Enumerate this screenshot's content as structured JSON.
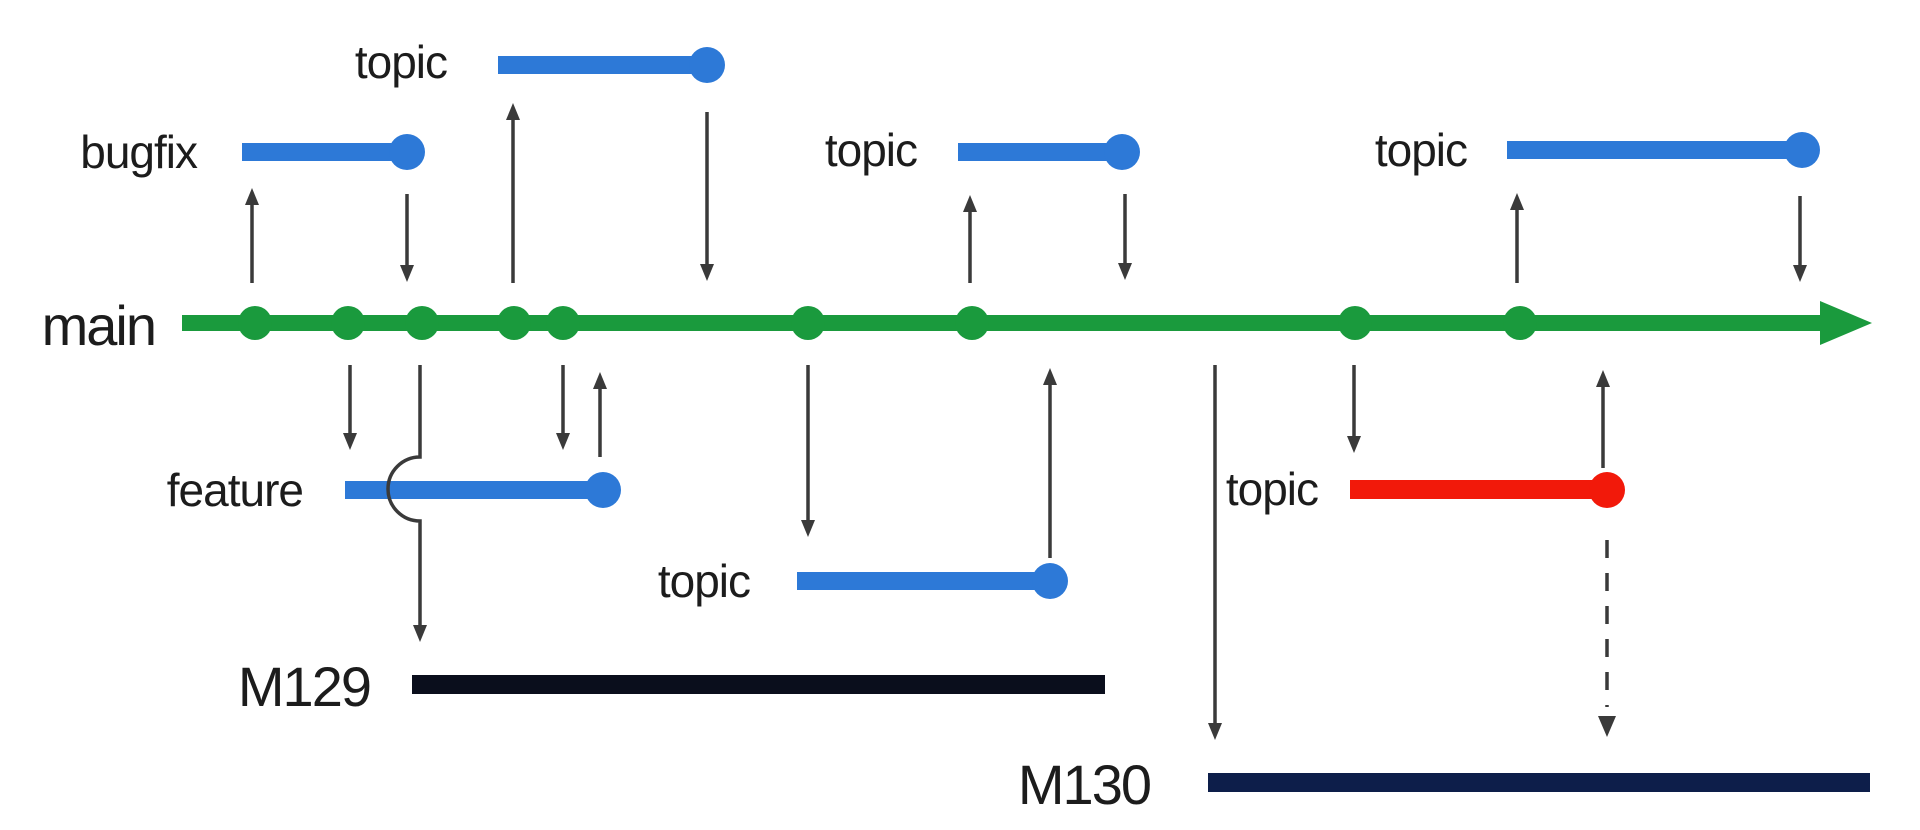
{
  "colors": {
    "main_green": "#1A9A3D",
    "branch_blue": "#2D79D7",
    "branch_red": "#F2190A",
    "arrow_gray": "#3A3A3A",
    "m129_bar": "#0A0E1C",
    "m130_bar": "#0D1E4A",
    "label_text": "#1C1C1C"
  },
  "main_branch": {
    "label": "main",
    "commit_count": 9
  },
  "branches": {
    "topic_top": {
      "label": "topic"
    },
    "bugfix": {
      "label": "bugfix"
    },
    "topic_middle": {
      "label": "topic"
    },
    "topic_right": {
      "label": "topic"
    },
    "feature": {
      "label": "feature"
    },
    "topic_bottom": {
      "label": "topic"
    },
    "topic_red": {
      "label": "topic"
    }
  },
  "milestones": {
    "m129": {
      "label": "M129"
    },
    "m130": {
      "label": "M130"
    }
  }
}
